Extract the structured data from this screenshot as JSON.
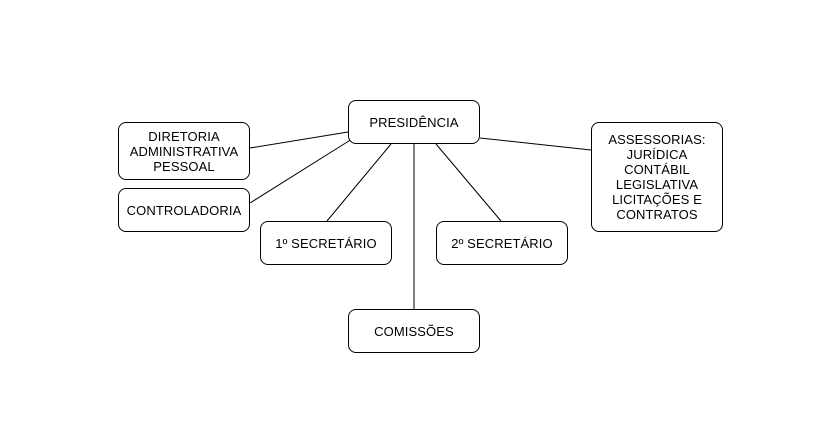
{
  "diagram": {
    "nodes": {
      "presidencia": {
        "lines": [
          "PRESIDÊNCIA"
        ]
      },
      "diretoria": {
        "lines": [
          "DIRETORIA",
          "ADMINISTRATIVA",
          "PESSOAL"
        ]
      },
      "controladoria": {
        "lines": [
          "CONTROLADORIA"
        ]
      },
      "sec1": {
        "lines": [
          "1º SECRETÁRIO"
        ]
      },
      "sec2": {
        "lines": [
          "2º SECRETÁRIO"
        ]
      },
      "comissoes": {
        "lines": [
          "COMISSÕES"
        ]
      },
      "assessorias": {
        "lines": [
          "ASSESSORIAS:",
          "JURÍDICA",
          "CONTÁBIL",
          "LEGISLATIVA",
          "LICITAÇÕES E",
          "CONTRATOS"
        ]
      }
    },
    "edges": [
      {
        "from": "presidencia",
        "to": "diretoria"
      },
      {
        "from": "presidencia",
        "to": "controladoria"
      },
      {
        "from": "presidencia",
        "to": "sec1"
      },
      {
        "from": "presidencia",
        "to": "sec2"
      },
      {
        "from": "presidencia",
        "to": "comissoes"
      },
      {
        "from": "presidencia",
        "to": "assessorias"
      }
    ]
  }
}
